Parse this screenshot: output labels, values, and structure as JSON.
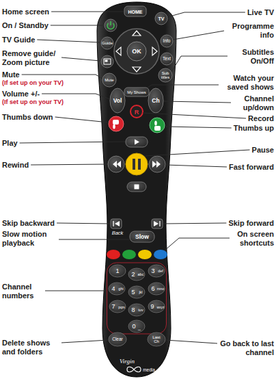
{
  "diagram": {
    "labels": [
      "Home screen",
      "On / Standby",
      "TV Guide",
      "Remove guide/ Zoom picture",
      "Mute",
      "(If set up on your TV)",
      "Volume +/-",
      "(If set up on your TV)",
      "Thumbs down",
      "Play",
      "Rewind",
      "Skip backward",
      "Slow motion playback",
      "Channel numbers",
      "Delete shows and folders",
      "Live TV",
      "Programme info",
      "Subtitles On/Off",
      "Watch your saved shows",
      "Channel up/down",
      "Record",
      "Thumbs up",
      "Pause",
      "Fast forward",
      "Skip forward",
      "On screen shortcuts",
      "Go back to last channel",
      "HOME",
      "TV",
      "Guide",
      "Info",
      "OK",
      "Text",
      "Mute",
      "Sub titles",
      "Vol",
      "Ch",
      "My Shows",
      "R",
      "Back",
      "Slow",
      "1",
      "2",
      "abc",
      "3",
      "def",
      "4",
      "ghi",
      "5",
      "jkl",
      "6",
      "mno",
      "7",
      "pqrs",
      "8",
      "tuv",
      "9",
      "wxyz",
      "0",
      "_",
      "Clear",
      "Last Ch",
      "Virgin",
      "media"
    ]
  }
}
